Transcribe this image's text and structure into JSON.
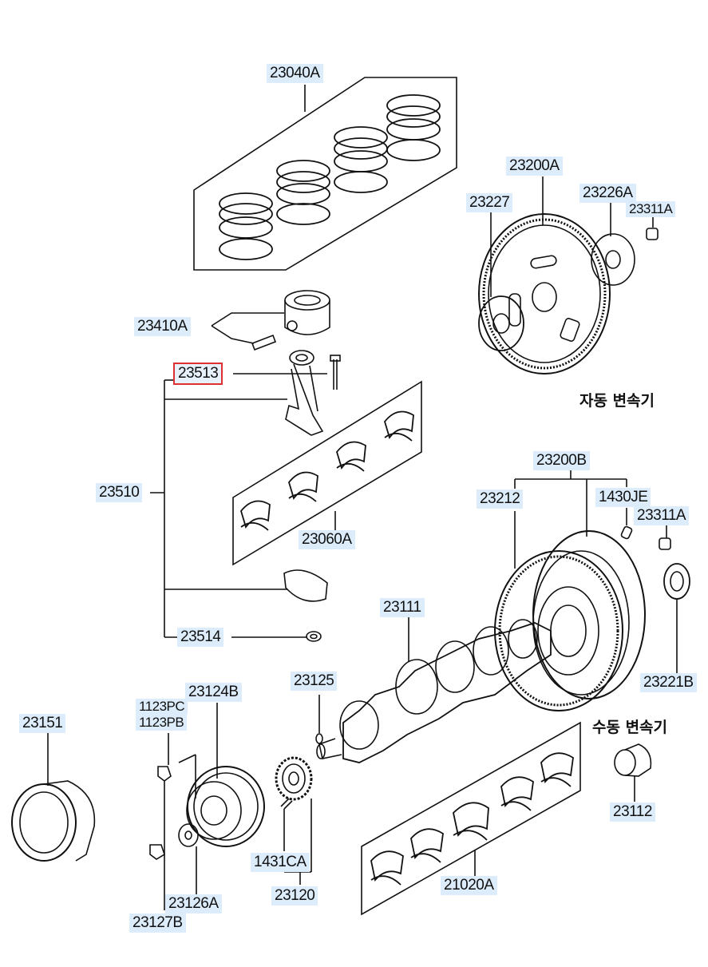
{
  "labels": {
    "p23040A": "23040A",
    "p23200A": "23200A",
    "p23227": "23227",
    "p23226A": "23226A",
    "p23311A_top": "23311A",
    "p23410A": "23410A",
    "p23513": "23513",
    "p23510": "23510",
    "p23060A": "23060A",
    "p23200B": "23200B",
    "p23212": "23212",
    "p1430JE": "1430JE",
    "p23311A_mid": "23311A",
    "p23111": "23111",
    "p23514": "23514",
    "p23221B": "23221B",
    "p23125": "23125",
    "p23124B": "23124B",
    "p1123PC": "1123PC",
    "p1123PB": "1123PB",
    "p23151": "23151",
    "p23112": "23112",
    "p1431CA": "1431CA",
    "p23120": "23120",
    "p21020A": "21020A",
    "p23126A": "23126A",
    "p23127B": "23127B"
  },
  "notes": {
    "automatic": "자동 변속기",
    "manual": "수동 변속기"
  },
  "colors": {
    "label_bg": "#dcecfb",
    "highlight": "#e03030",
    "line": "#111111"
  },
  "selected_part": "23513"
}
